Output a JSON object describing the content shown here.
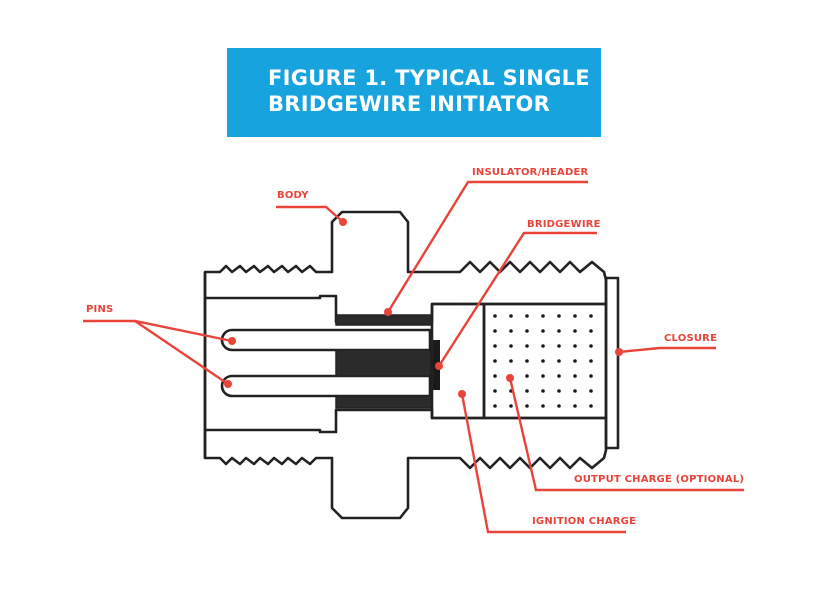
{
  "title": {
    "line1": "FIGURE 1. TYPICAL SINGLE",
    "line2": "BRIDGEWIRE INITIATOR"
  },
  "labels": {
    "body": "BODY",
    "insulator_header": "INSULATOR/HEADER",
    "bridgewire": "BRIDGEWIRE",
    "pins": "PINS",
    "closure": "CLOSURE",
    "output_charge": "OUTPUT CHARGE (OPTIONAL)",
    "ignition_charge": "IGNITION CHARGE"
  },
  "colors": {
    "title_bg": "#16a3de",
    "label": "#e8443a",
    "outline": "#222222",
    "header_fill": "#2b2b2b",
    "ignition_fill": "#8c8c8c",
    "hatch_fill": "#e8e8e8"
  }
}
